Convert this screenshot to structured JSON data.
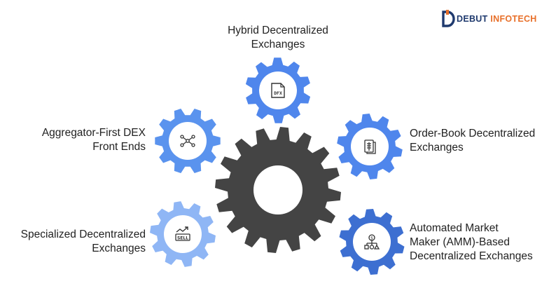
{
  "brand": {
    "name_part1": "DEBUT",
    "name_part2": "INFOTECH",
    "colors": {
      "dark": "#1f3a6e",
      "accent": "#e8702a"
    }
  },
  "center_gear": {
    "color": "#444444"
  },
  "items": [
    {
      "id": "hybrid",
      "lines": [
        "Hybrid Decentralized",
        "Exchanges"
      ],
      "icon": "dex-document-icon",
      "color": "#4f86ec"
    },
    {
      "id": "aggregator",
      "lines": [
        "Aggregator-First DEX",
        "Front Ends"
      ],
      "icon": "network-nodes-icon",
      "color": "#5a93ee"
    },
    {
      "id": "orderbook",
      "lines": [
        "Order-Book Decentralized",
        "Exchanges"
      ],
      "icon": "order-book-icon",
      "color": "#4f86ec"
    },
    {
      "id": "specialized",
      "lines": [
        "Specialized Decentralized",
        "Exchanges"
      ],
      "icon": "sell-chart-icon",
      "color": "#8fb6f5"
    },
    {
      "id": "amm",
      "lines": [
        "Automated Market",
        "Maker (AMM)-Based",
        "Decentralized Exchanges"
      ],
      "icon": "amm-hierarchy-icon",
      "color": "#3d6fd1"
    }
  ]
}
